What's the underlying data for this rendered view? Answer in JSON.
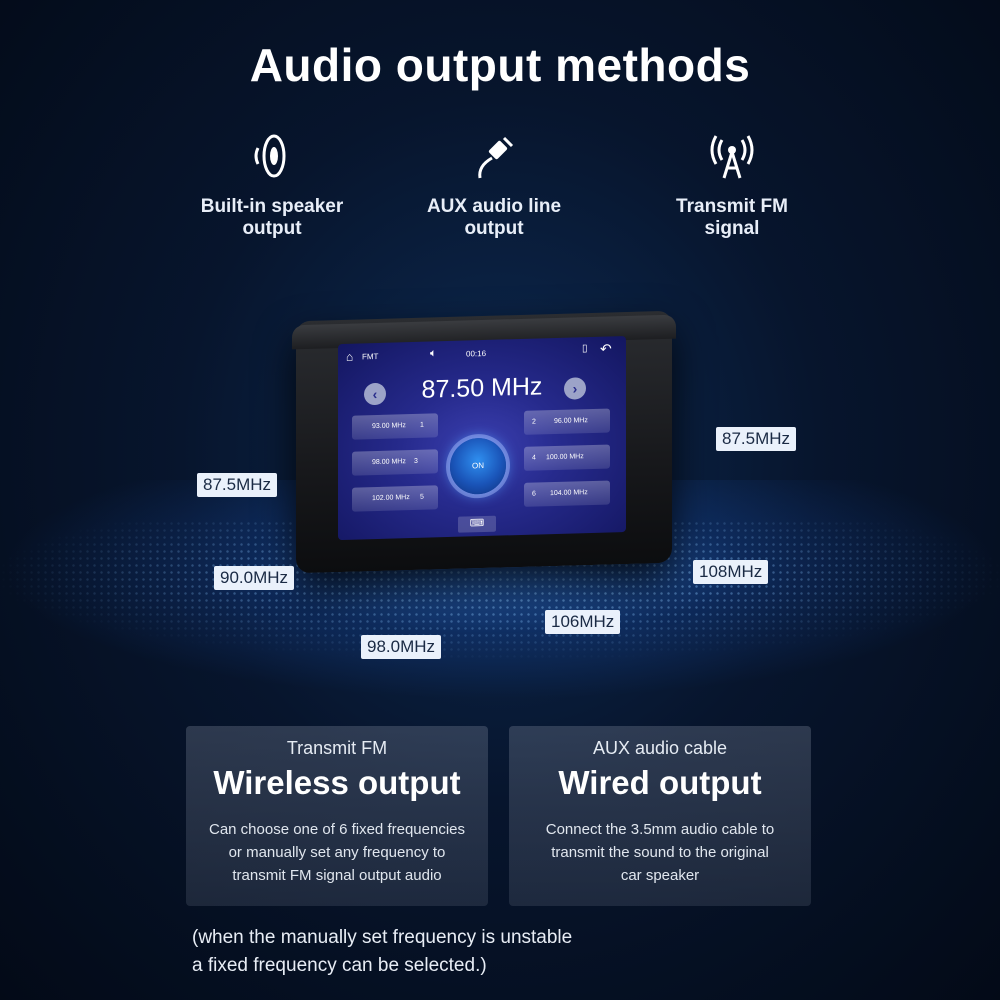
{
  "title": "Audio output methods",
  "methods": [
    {
      "label_line1": "Built-in speaker",
      "label_line2": "output",
      "icon": "speaker-icon"
    },
    {
      "label_line1": "AUX audio line",
      "label_line2": "output",
      "icon": "aux-cable-icon"
    },
    {
      "label_line1": "Transmit FM",
      "label_line2": "signal",
      "icon": "antenna-icon"
    }
  ],
  "device": {
    "status_label": "FMT",
    "time": "00:16",
    "frequency": "87.50  MHz",
    "on_label": "ON",
    "presets": [
      {
        "num": "1",
        "freq": "93.00 MHz"
      },
      {
        "num": "2",
        "freq": "96.00 MHz"
      },
      {
        "num": "3",
        "freq": "98.00 MHz"
      },
      {
        "num": "4",
        "freq": "100.00 MHz"
      },
      {
        "num": "5",
        "freq": "102.00 MHz"
      },
      {
        "num": "6",
        "freq": "104.00 MHz"
      }
    ]
  },
  "tags": [
    "87.5MHz",
    "87.5MHz",
    "90.0MHz",
    "108MHz",
    "106MHz",
    "98.0MHz"
  ],
  "cards": [
    {
      "sub": "Transmit FM",
      "big": "Wireless output",
      "desc_line1": "Can choose one of 6 fixed frequencies",
      "desc_line2": "or manually set any frequency to",
      "desc_line3": "transmit FM signal output audio"
    },
    {
      "sub": "AUX audio cable",
      "big": "Wired output",
      "desc_line1": "Connect the 3.5mm audio cable to",
      "desc_line2": "transmit the sound to the original",
      "desc_line3": "car speaker"
    }
  ],
  "note_line1": "(when the manually set frequency is unstable",
  "note_line2": "a fixed frequency can be selected.)",
  "colors": {
    "background": "#07152d",
    "screen": "#262a8c",
    "tag_bg": "#eaf1fb",
    "on_button": "#1a54b8"
  }
}
